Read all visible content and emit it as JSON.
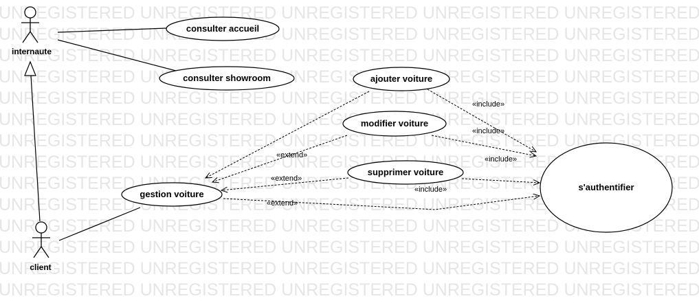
{
  "watermark": "UNREGISTERED UNREGISTERED UNREGISTERED UNREGISTERED UNREGISTERED U",
  "colors": {
    "line": "#000000",
    "watermark": "#e6e6e6",
    "background": "#ffffff"
  },
  "actors": {
    "internaute": "internaute",
    "client": "client"
  },
  "use_cases": {
    "consulter_accueil": "consulter accueil",
    "consulter_showroom": "consulter showroom",
    "ajouter_voiture": "ajouter voiture",
    "modifier_voiture": "modifier voiture",
    "supprimer_voiture": "supprimer voiture",
    "gestion_voiture": "gestion voiture",
    "sauthentifier": "s'authentifier"
  },
  "stereotypes": {
    "include": "«include»",
    "extend": "«extend»"
  }
}
